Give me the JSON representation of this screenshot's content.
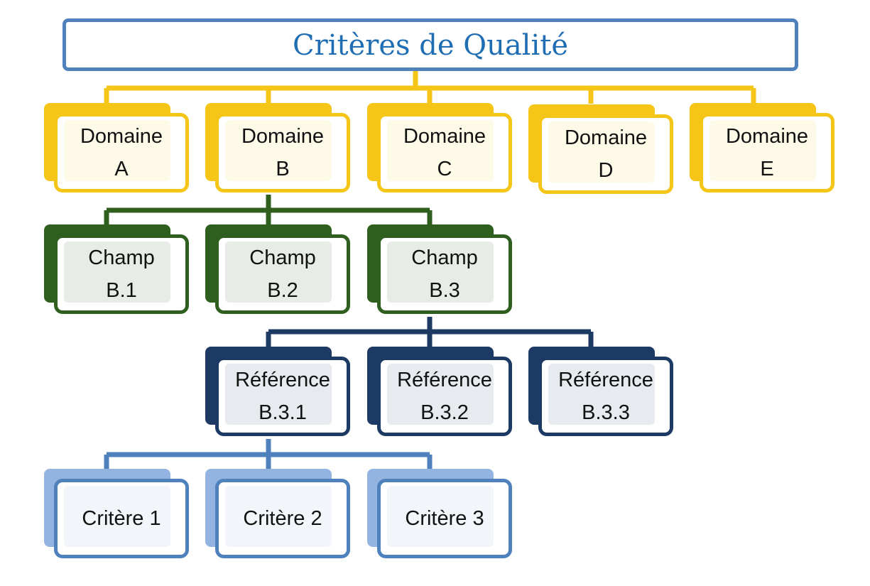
{
  "title": "Critères de Qualité",
  "colors": {
    "domain": "#f5c518",
    "field": "#2f5f1e",
    "reference": "#1c3a64",
    "criterion": "#4f81bd",
    "title_text": "#1f6db3"
  },
  "domains": [
    {
      "label": "Domaine\nA"
    },
    {
      "label": "Domaine\nB"
    },
    {
      "label": "Domaine\nC"
    },
    {
      "label": "Domaine\nD"
    },
    {
      "label": "Domaine\nE"
    }
  ],
  "fields": [
    {
      "label": "Champ\nB.1"
    },
    {
      "label": "Champ\nB.2"
    },
    {
      "label": "Champ\nB.3"
    }
  ],
  "references": [
    {
      "label": "Référence\nB.3.1"
    },
    {
      "label": "Référence\nB.3.2"
    },
    {
      "label": "Référence\nB.3.3"
    }
  ],
  "criteria": [
    {
      "label": "Critère 1"
    },
    {
      "label": "Critère 2"
    },
    {
      "label": "Critère 3"
    }
  ]
}
